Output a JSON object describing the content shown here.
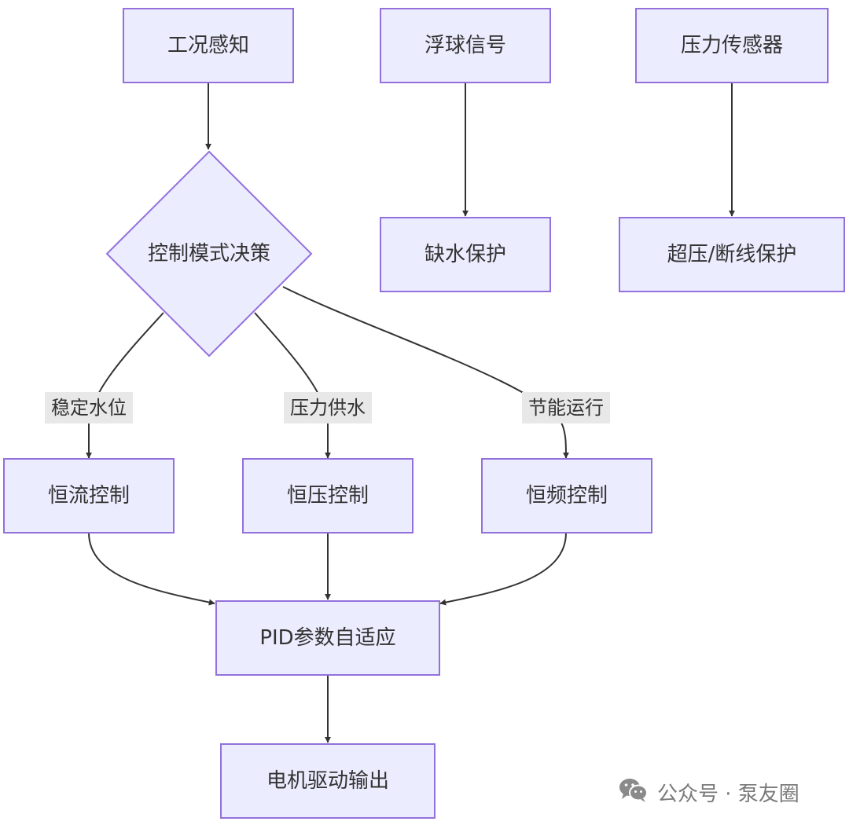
{
  "nodes": {
    "condition_sensing": "工况感知",
    "float_signal": "浮球信号",
    "pressure_sensor": "压力传感器",
    "mode_decision": "控制模式决策",
    "water_shortage_protection": "缺水保护",
    "overpressure_protection": "超压/断线保护",
    "constant_flow_control": "恒流控制",
    "constant_pressure_control": "恒压控制",
    "constant_frequency_control": "恒频控制",
    "pid_adaptive": "PID参数自适应",
    "motor_drive_output": "电机驱动输出"
  },
  "edge_labels": {
    "stable_level": "稳定水位",
    "pressure_supply": "压力供水",
    "energy_saving": "节能运行"
  },
  "watermark": {
    "icon": "wechat-icon",
    "text": "公众号 · 泵友圈"
  },
  "colors": {
    "node_fill": "#ececff",
    "node_stroke": "#9370db",
    "edge": "#333333",
    "edge_label_bg": "#e8e8e8",
    "text": "#333333"
  }
}
